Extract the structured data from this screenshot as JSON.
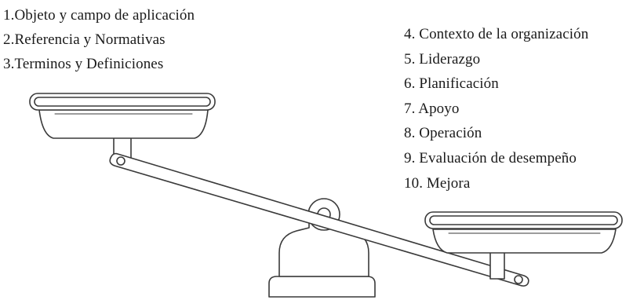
{
  "left_items": [
    "1.Objeto y campo de aplicación",
    "2.Referencia y Normativas",
    "3.Terminos y Definiciones"
  ],
  "right_items": [
    "4. Contexto de la organización",
    "5. Liderazgo",
    "6. Planificación",
    "7. Apoyo",
    "8. Operación",
    "9. Evaluación de desempeño",
    "10. Mejora"
  ],
  "colors": {
    "stroke": "#3a3a3a",
    "fill": "#ffffff",
    "text": "#1a1a1a"
  },
  "icons": [
    "balance-scale-icon"
  ]
}
